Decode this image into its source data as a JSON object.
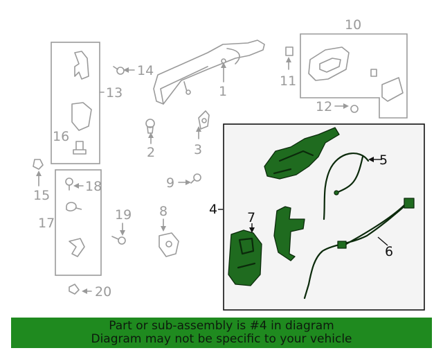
{
  "callouts": {
    "c1": "1",
    "c2": "2",
    "c3": "3",
    "c4": "4",
    "c5": "5",
    "c6": "6",
    "c7": "7",
    "c8": "8",
    "c9": "9",
    "c10": "10",
    "c11": "11",
    "c12": "12",
    "c13": "13",
    "c14": "14",
    "c15": "15",
    "c16": "16",
    "c17": "17",
    "c18": "18",
    "c19": "19",
    "c20": "20"
  },
  "highlight_callout": "4",
  "colors": {
    "highlight_green": "#1f6b1f",
    "banner_green": "#1f8a1f",
    "callout_grey": "#9a9a9a"
  },
  "banner": {
    "line1": "Part or sub-assembly is #4 in diagram",
    "line2": "Diagram may not be specific to your vehicle"
  }
}
